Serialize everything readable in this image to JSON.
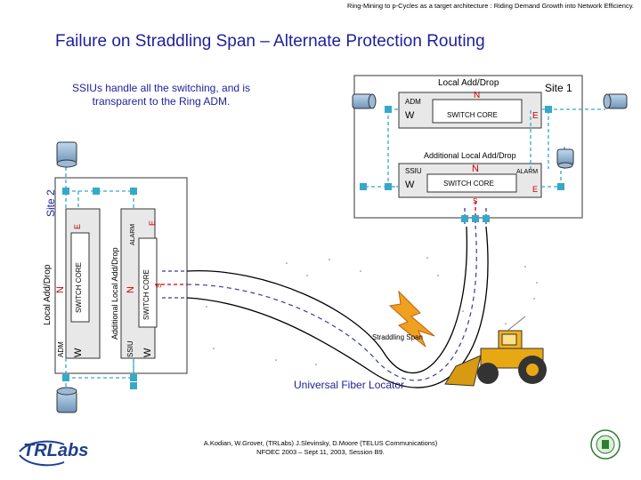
{
  "header": {
    "text": "Ring-Mining to p-Cycles as a target architecture : Riding Demand Growth into Network Efficiency."
  },
  "title": "Failure on Straddling Span – Alternate Protection Routing",
  "note": "SSIUs handle all the switching, and is transparent to the Ring ADM.",
  "site1": {
    "name": "Site 1",
    "adm": {
      "top_label": "Local Add/Drop",
      "device": "ADM",
      "n": "N",
      "w": "W",
      "e": "E",
      "core": "SWITCH CORE"
    },
    "ssiu": {
      "top_label": "Additional Local Add/Drop",
      "device": "SSIU",
      "n": "N",
      "w": "W",
      "e": "E",
      "s": "S",
      "core": "SWITCH CORE",
      "alarm": "ALARM"
    }
  },
  "site2": {
    "name": "Site 2",
    "adm": {
      "side_label": "Local Add/Drop",
      "device": "ADM",
      "n": "N",
      "w": "W",
      "e": "E",
      "core": "SWITCH CORE"
    },
    "ssiu": {
      "side_label": "Additional Local Add/Drop",
      "device": "SSIU",
      "n": "N",
      "w": "W",
      "e": "E",
      "s": "S",
      "core": "SWITCH CORE",
      "alarm": "ALARM"
    }
  },
  "straddling_span": "Straddling Span",
  "locator": "Universal Fiber Locator",
  "footer": {
    "line1": "A.Kodian, W.Grover, (TRLabs) J.Slevinsky, D.Moore (TELUS Communications)",
    "line2": "NFOEC 2003 – Sept 11, 2003, Session B9."
  },
  "logo": "TRLabs",
  "colors": {
    "title": "#1f1f9a",
    "alarm_red": "#cc0000",
    "path_cyan": "#36a9c9",
    "fiber_dash": "#3a3aa0",
    "bolt": "#f0a020"
  },
  "icons": [
    "fiber-spool-icon",
    "lightning-bolt-icon",
    "bulldozer-icon",
    "trlabs-logo",
    "university-crest-icon"
  ]
}
